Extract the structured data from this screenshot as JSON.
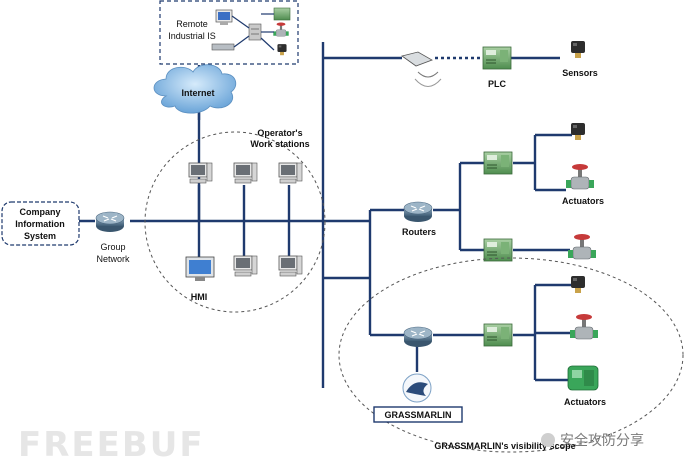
{
  "remote_box": {
    "line1": "Remote",
    "line2": "Industrial  IS"
  },
  "internet": {
    "label": "Internet"
  },
  "company": {
    "line1": "Company",
    "line2": "Information",
    "line3": "System"
  },
  "group_network": {
    "line1": "Group",
    "line2": "Network"
  },
  "operators": {
    "line1": "Operator's",
    "line2": "Work stations"
  },
  "hmi": {
    "label": "HMI"
  },
  "plc": {
    "label": "PLC"
  },
  "sensors": {
    "label": "Sensors"
  },
  "routers": {
    "label": "Routers"
  },
  "actuators_top": {
    "label": "Actuators"
  },
  "actuators_bottom": {
    "label": "Actuators"
  },
  "grassmarlin": {
    "label": "GRASSMARLIN"
  },
  "visibility": {
    "label": "GRASSMARLIN's visibility scope"
  },
  "watermark": {
    "left": "FREEBUF",
    "right": "安全攻防分享"
  },
  "colors": {
    "bus": "#1f3a6e",
    "plc_green": "#6aa56a",
    "router_blue": "#5b7a93",
    "actuator_green": "#3aa65a",
    "cloud": "#7fb2e0"
  }
}
